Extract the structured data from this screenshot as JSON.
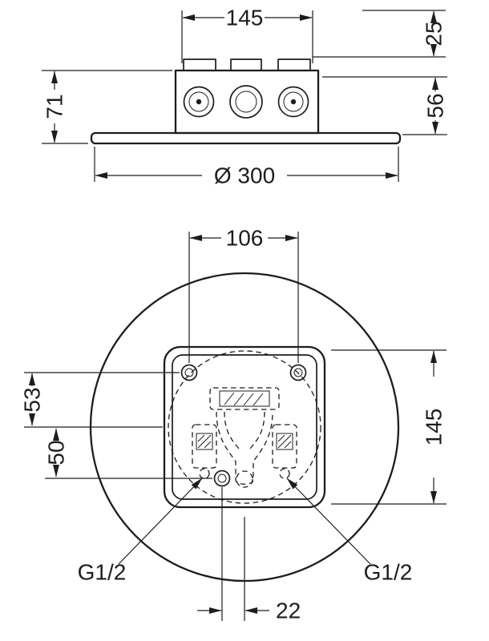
{
  "drawing": {
    "colors": {
      "line": "#1d1d1b",
      "background": "#ffffff"
    },
    "side_view": {
      "dim_width": "145",
      "dim_tab_height": "25",
      "dim_height_total": "71",
      "dim_height_body": "56",
      "dim_diameter": "Ø 300"
    },
    "plan_view": {
      "dim_hole_spacing": "106",
      "dim_center_to_top_holes": "53",
      "dim_center_to_bottom_hole": "50",
      "dim_plate_height": "145",
      "dim_bottom_offset": "22",
      "thread_left": "G1/2",
      "thread_right": "G1/2"
    }
  }
}
